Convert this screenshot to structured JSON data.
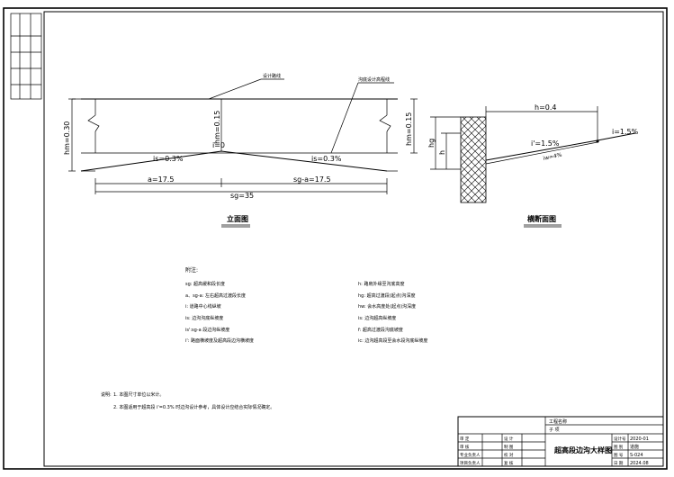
{
  "profile": {
    "callout_top_left": "设计路线",
    "callout_top_right": "沟底设计高程线",
    "hm_left": "hm=0.30",
    "hm_mid": "hm=0.15",
    "hm_right": "hm=0.15",
    "i_zero": "i=0",
    "is_left": "is=0.3%",
    "is_right": "is=0.3%",
    "dim_a": "a=17.5",
    "dim_sg_a": "sg-a=17.5",
    "dim_sg": "sg=35",
    "caption": "立面图"
  },
  "section": {
    "h_top": "h=0.4",
    "hg": "hg",
    "h_side": "h",
    "i1": "i'=1.5%",
    "i2": "i=1.5%",
    "iw": "iw=4%",
    "caption": "横断面图"
  },
  "notes": {
    "title": "附注:",
    "left": [
      "sg: 超高缓和段长度",
      "a、sg-a: 左右超高过渡段长度",
      "i: 道路中心线纵坡",
      "is: 边沟沟底纵坡度",
      "is':sg-a 段边沟纵坡度",
      "i': 路面横坡度及超高段边沟横坡度"
    ],
    "right": [
      "h: 路肩外缘至沟底高度",
      "hg: 超高过渡段(起点)沟深度",
      "hw: 会水高度处(起点)沟深度",
      "is: 边沟超高纵坡度",
      "f: 超高过渡段沟底坡度",
      "ic: 边沟超高段至会水段沟底纵坡度"
    ]
  },
  "remarks": {
    "label": "说明:",
    "items": [
      "1. 本图尺寸单位以米计。",
      "2. 本图适用于超高段 i'=0.3% 时边沟设计参考，具体设计应结合实际情况确定。"
    ]
  },
  "title_block": {
    "project_label": "工程名称",
    "sub_label": "子 项",
    "drawing_title": "超高段边沟大样图",
    "left_rows": [
      "审 定",
      "审 核",
      "专业负责人",
      "项目负责人"
    ],
    "mid_rows": [
      "设 计",
      "制 图",
      "校 对",
      "复 核"
    ],
    "right_labels": [
      "设计号",
      "图 别",
      "图 号",
      "日 期"
    ],
    "right_values": [
      "2020-01",
      "道施",
      "S-024",
      "2024.08"
    ]
  }
}
